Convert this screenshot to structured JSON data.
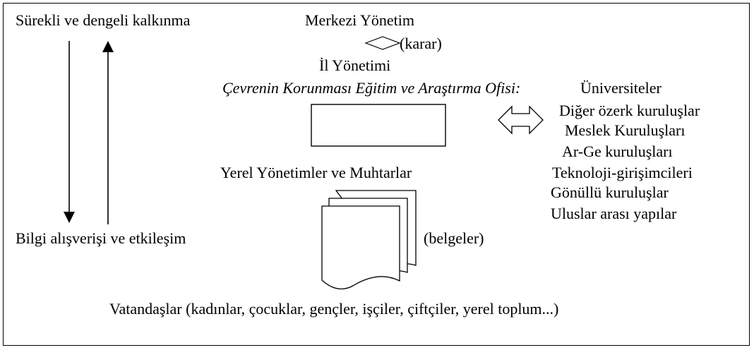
{
  "diagram": {
    "top_left_label": "Sürekli ve dengeli kalkınma",
    "bottom_left_label": "Bilgi alışverişi ve etkileşim",
    "central_government": "Merkezi Yönetim",
    "decision": "(karar)",
    "provincial_government": "İl Yönetimi",
    "office": "Çevrenin Korunması Eğitim ve Araştırma Ofisi:",
    "local_governments": "Yerel Yönetimler ve Muhtarlar",
    "documents": "(belgeler)",
    "citizens": "Vatandaşlar (kadınlar, çocuklar, gençler, işçiler, çiftçiler, yerel toplum...)",
    "partners": [
      "Üniversiteler",
      "Diğer özerk kuruluşlar",
      "Meslek Kuruluşları",
      "Ar-Ge kuruluşları",
      "Teknoloji-girişimcileri",
      "Gönüllü kuruluşlar",
      "Uluslar arası yapılar"
    ]
  }
}
